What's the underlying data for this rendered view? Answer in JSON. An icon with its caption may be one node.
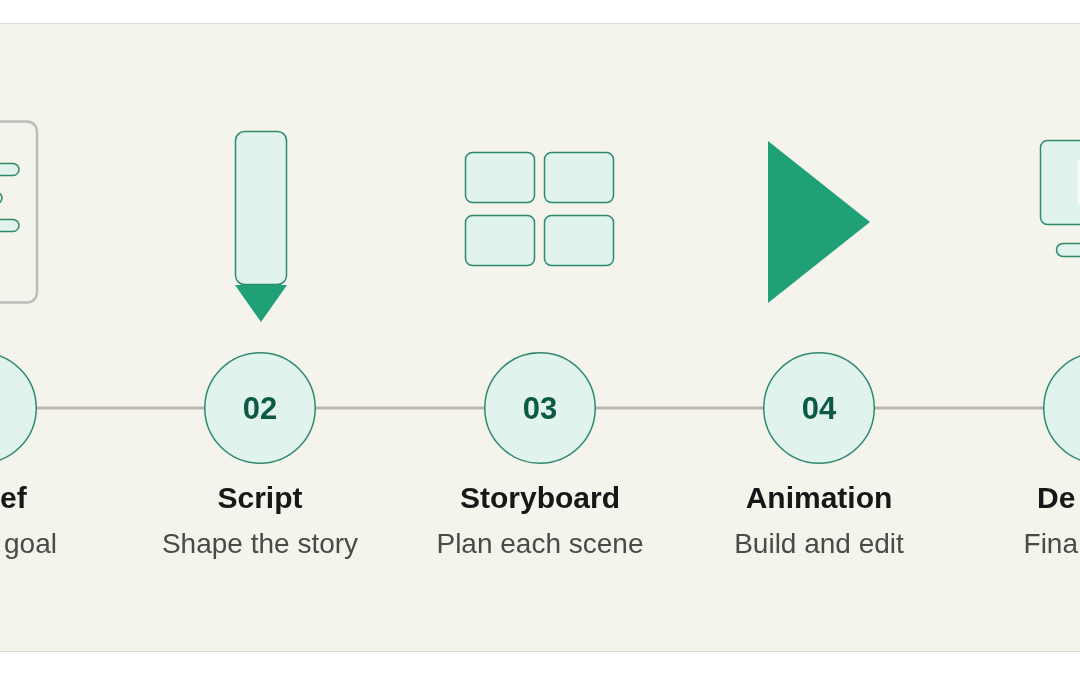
{
  "diagram": {
    "nodes": [
      {
        "text": [],
        "shape": "circle",
        "beside": [
          "ef",
          "goal"
        ]
      },
      {
        "text": [
          "02"
        ],
        "beside": [
          "Script",
          "Shape the story"
        ]
      },
      {
        "text": [
          "03"
        ],
        "beside": [
          "Storyboard",
          "Plan each scene"
        ]
      },
      {
        "text": [
          "04"
        ],
        "beside": [
          "Animation",
          "Build and edit"
        ]
      },
      {
        "text": [],
        "shape": "circle",
        "beside": [
          "De",
          "Fina"
        ]
      }
    ],
    "edges": [
      {
        "from": 0,
        "to": 1,
        "arrow": "none"
      },
      {
        "from": 1,
        "to": 2,
        "arrow": "none"
      },
      {
        "from": 2,
        "to": 3,
        "arrow": "none"
      },
      {
        "from": 3,
        "to": 4,
        "arrow": "none"
      }
    ]
  }
}
